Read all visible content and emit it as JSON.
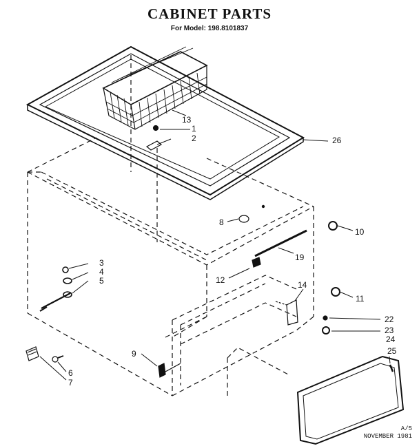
{
  "title": "CABINET PARTS",
  "model_line": "For Model: 198.8101837",
  "callouts": {
    "c1": "1",
    "c2": "2",
    "c3": "3",
    "c4": "4",
    "c5": "5",
    "c6": "6",
    "c7": "7",
    "c8": "8",
    "c9": "9",
    "c10": "10",
    "c11": "11",
    "c12": "12",
    "c13": "13",
    "c14": "14",
    "c19": "19",
    "c22": "22",
    "c23": "23",
    "c24": "24",
    "c25": "25",
    "c26": "26"
  },
  "footer": {
    "line1": "A/5",
    "line2": "NOVEMBER 1981"
  }
}
